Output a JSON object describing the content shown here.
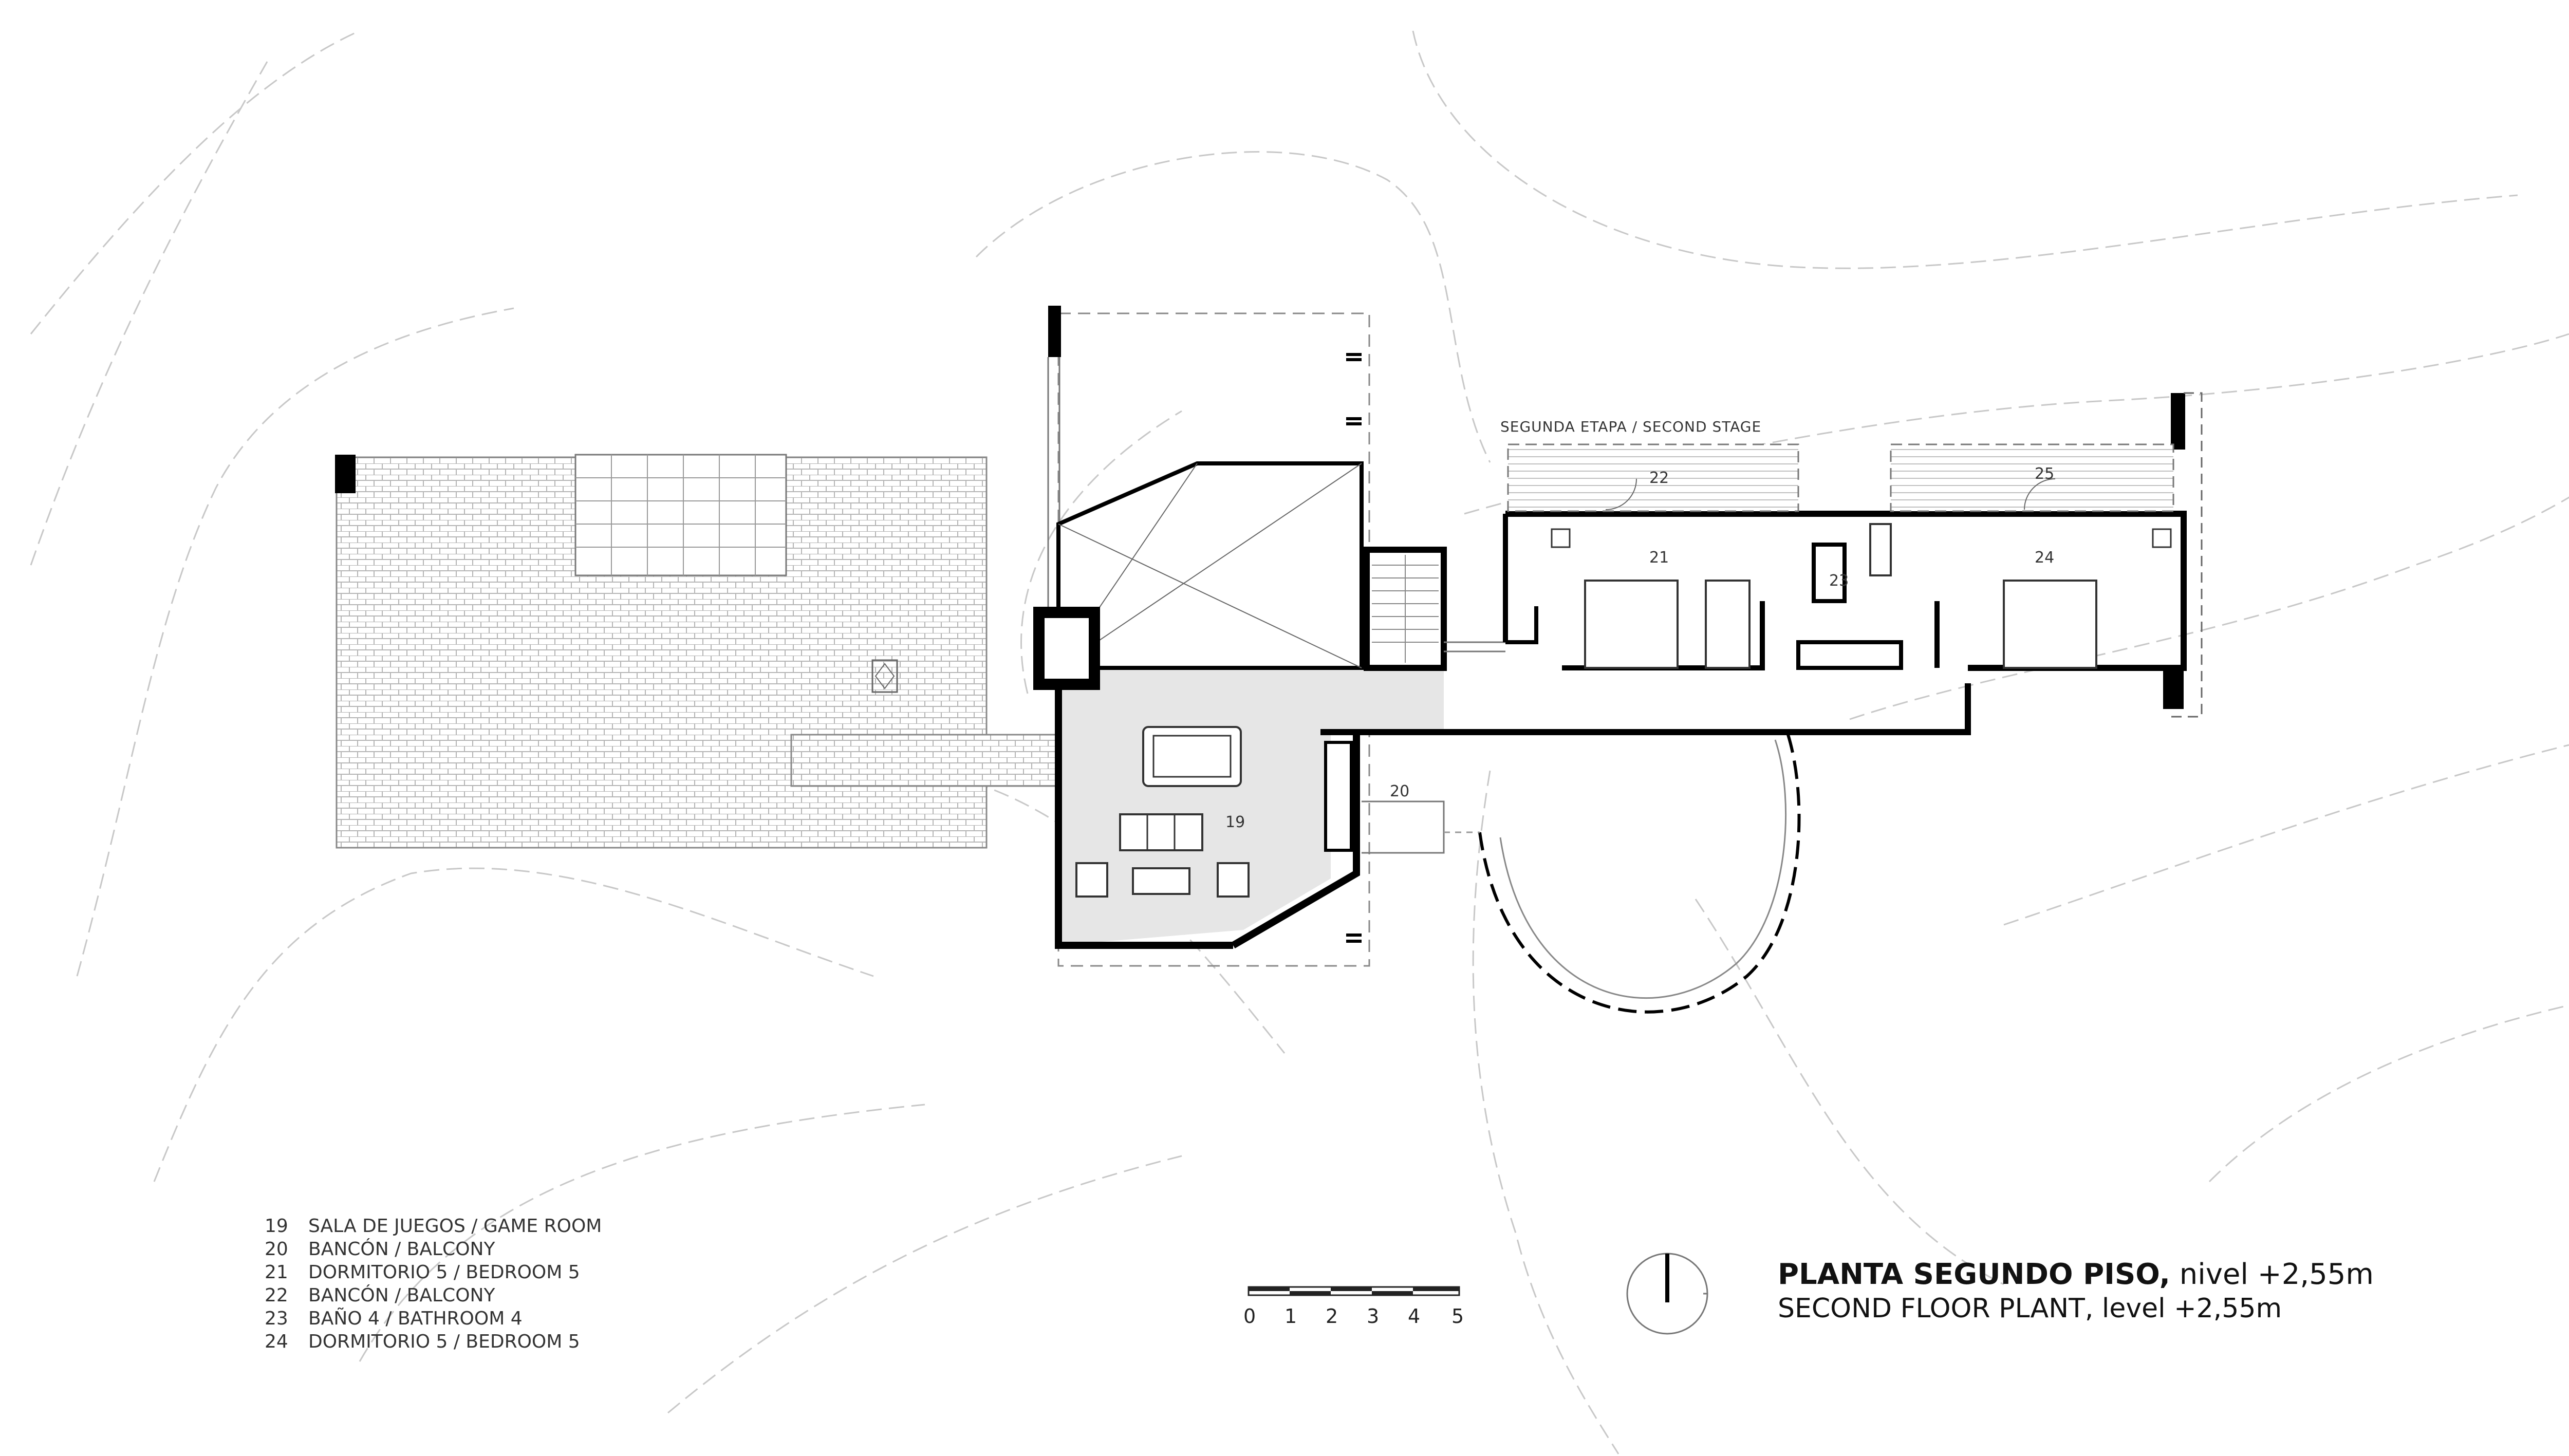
{
  "stage_label": "SEGUNDA ETAPA / SECOND STAGE",
  "rooms": [
    {
      "num": "19"
    },
    {
      "num": "20"
    },
    {
      "num": "21"
    },
    {
      "num": "22"
    },
    {
      "num": "23"
    },
    {
      "num": "24"
    },
    {
      "num": "25"
    }
  ],
  "legend": [
    {
      "num": "19",
      "label": "SALA DE JUEGOS / GAME ROOM"
    },
    {
      "num": "20",
      "label": "BANCÓN / BALCONY"
    },
    {
      "num": "21",
      "label": "DORMITORIO 5 / BEDROOM 5"
    },
    {
      "num": "22",
      "label": "BANCÓN / BALCONY"
    },
    {
      "num": "23",
      "label": "BAÑO 4 / BATHROOM 4"
    },
    {
      "num": "24",
      "label": "DORMITORIO 5 / BEDROOM 5"
    }
  ],
  "title": {
    "main": "PLANTA SEGUNDO PISO,",
    "level": " nivel +2,55m",
    "second": "SECOND FLOOR PLANT, level +2,55m"
  },
  "scale": {
    "labels": [
      "0",
      "1",
      "2",
      "3",
      "4",
      "5"
    ]
  },
  "colors": {
    "wall": "#000000",
    "fill": "#e6e6e6",
    "contour": "#c8c8c8",
    "line": "#555555"
  },
  "icons": {
    "north": "north-arrow-icon"
  }
}
